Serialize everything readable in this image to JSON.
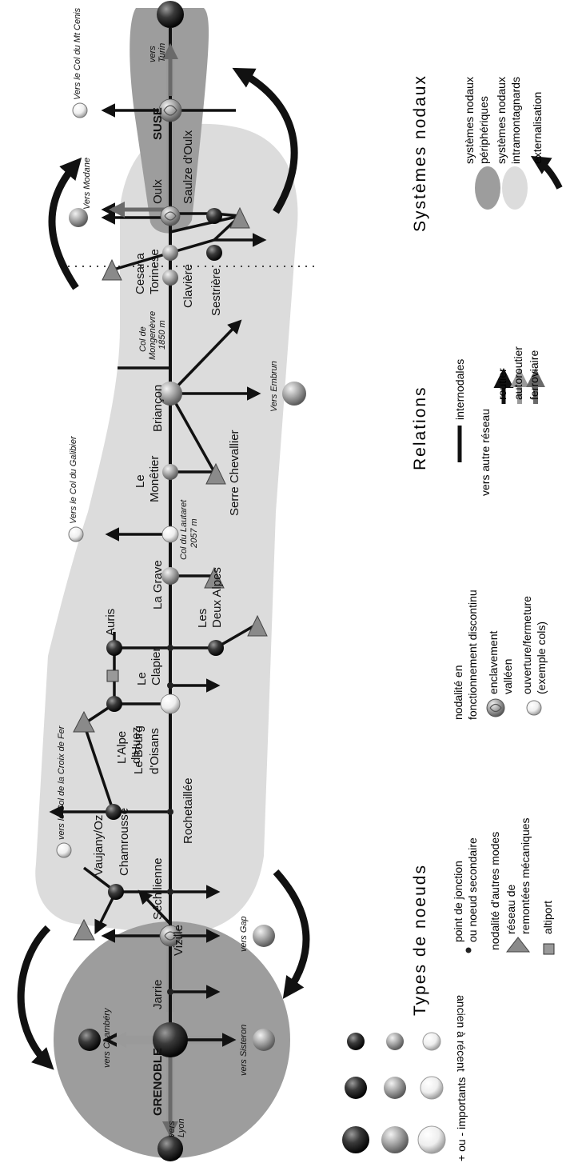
{
  "places": {
    "grenoble": "GRENOBLE",
    "jarrie": "Jarrie",
    "vizille": "Vizille",
    "sechilienne": "Séchilienne",
    "rochetaillee": "Rochetaillée",
    "bourg_oisans_1": "Le Bourg",
    "bourg_oisans_2": "d'Oisans",
    "chamrousse": "Chamrousse",
    "vaujany": "Vaujany/Oz",
    "alpe_huez_1": "L'Alpe",
    "alpe_huez_2": "d'Huez",
    "clapier_1": "Le",
    "clapier_2": "Clapier",
    "auris": "Auris",
    "deux_alpes_1": "Les",
    "deux_alpes_2": "Deux Alpes",
    "la_grave": "La Grave",
    "lautaret_1": "Col du Lautaret",
    "lautaret_2": "2057 m",
    "monetier_1": "Le",
    "monetier_2": "Monêtier",
    "serre_chevallier": "Serre Chevallier",
    "briancon": "Briançon",
    "montgenevre_1": "Col de",
    "montgenevre_2": "Mongenèvre",
    "montgenevre_3": "1850 m",
    "claviere": "Clavière",
    "sestriere": "Sestrière",
    "cesana_1": "Cesana",
    "cesana_2": "Torinese",
    "oulx": "Oulx",
    "saulze": "Saulze d'Oulx",
    "suse": "SUSE"
  },
  "directions": {
    "lyon_1": "vers",
    "lyon_2": "Lyon",
    "chambery": "vers Chambéry",
    "sisteron": "vers Sisteron",
    "gap": "vers Gap",
    "croix_fer": "vers le Col de la Croix de Fer",
    "galibier": "Vers le Col du Galibier",
    "embrun": "Vers Embrun",
    "modane": "Vers Modane",
    "mt_cenis": "Vers le Col du Mt Cenis",
    "turin_1": "vers",
    "turin_2": "Turin"
  },
  "legend": {
    "types_title": "Types de noeuds",
    "size_caption": "+ ou - importants",
    "age_caption": "ancien à récent",
    "jonction_1": "point de jonction",
    "jonction_2": "ou noeud secondaire",
    "autres_modes": "nodalité d'autres modes",
    "remontees_1": "réseau de",
    "remontees_2": "remontées mécaniques",
    "altiport": "altiport",
    "discontinu_1": "nodalité en",
    "discontinu_2": "fonctionnement discontinu",
    "enclavement_1": "enclavement",
    "enclavement_2": "valléen",
    "ouverture_1": "ouverture/fermeture",
    "ouverture_2": "(exemple cols)",
    "relations_title": "Relations",
    "internodales": "internodales",
    "vers_autre": "vers autre réseau",
    "routier": "routier",
    "autoroutier": "autoroutier",
    "ferroviaire": "ferroviaire",
    "systemes_title": "Systèmes nodaux",
    "peripheriques_1": "systèmes nodaux",
    "peripheriques_2": "périphériques",
    "intramontagnards_1": "systèmes nodaux",
    "intramontagnards_2": "intramontagnards",
    "externalisation": "externalisation"
  },
  "colors": {
    "peripheral": "#9d9d9d",
    "intramountain": "#dcdcdc",
    "road": "#111111",
    "motorway": "#9a9a9a",
    "rail": "#6a6a6a"
  }
}
